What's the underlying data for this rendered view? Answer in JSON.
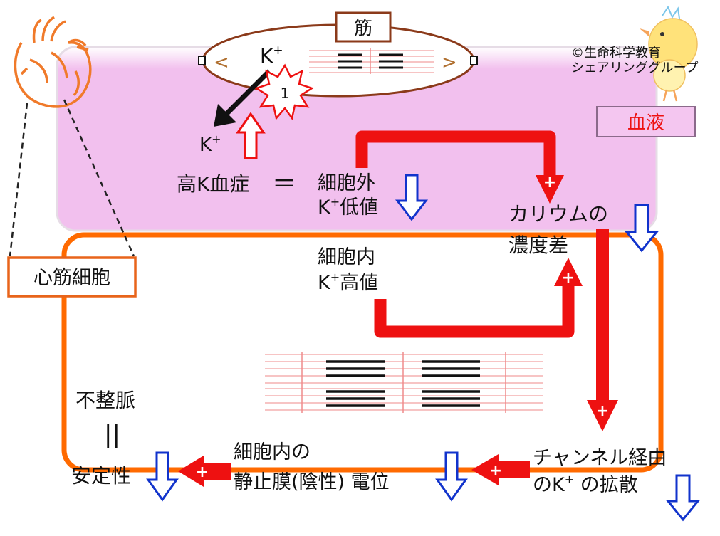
{
  "title_label": "筋",
  "copyright": {
    "line1": "©生命科学教育",
    "line2": "シェアリンググループ"
  },
  "blood_label": "血液",
  "myocyte_label": "心筋細胞",
  "k_ion": "K",
  "k_ion_sup": "+",
  "burst_number": "1",
  "hyperkalemia": "高K血症",
  "equals_sign": "＝",
  "extracellular": {
    "line1": "細胞外",
    "line2_k": "K",
    "line2_sup": "+",
    "line2_rest": "低値"
  },
  "intracellular": {
    "line1": "細胞内",
    "line2_k": "K",
    "line2_sup": "+",
    "line2_rest": "高値"
  },
  "gradient": {
    "line1": "カリウムの",
    "line2": "濃度差"
  },
  "channel_diffusion": {
    "line1": "チャンネル経由",
    "line2_a": "のK",
    "line2_sup": "+",
    "line2_b": " の拡散"
  },
  "resting_potential": {
    "line1": "細胞内の",
    "line2": "静止膜(陰性) 電位"
  },
  "arrhythmia": "不整脈",
  "parallel_sign": "||",
  "stability": "安定性",
  "colors": {
    "blood_fill": "#f4c6f0",
    "membrane_orange": "#ff6a00",
    "red_arrow": "#ee1111",
    "blue_arrow": "#1133cc",
    "muscle_brown": "#8b3a1a",
    "heart_orange": "#f07a2a"
  }
}
